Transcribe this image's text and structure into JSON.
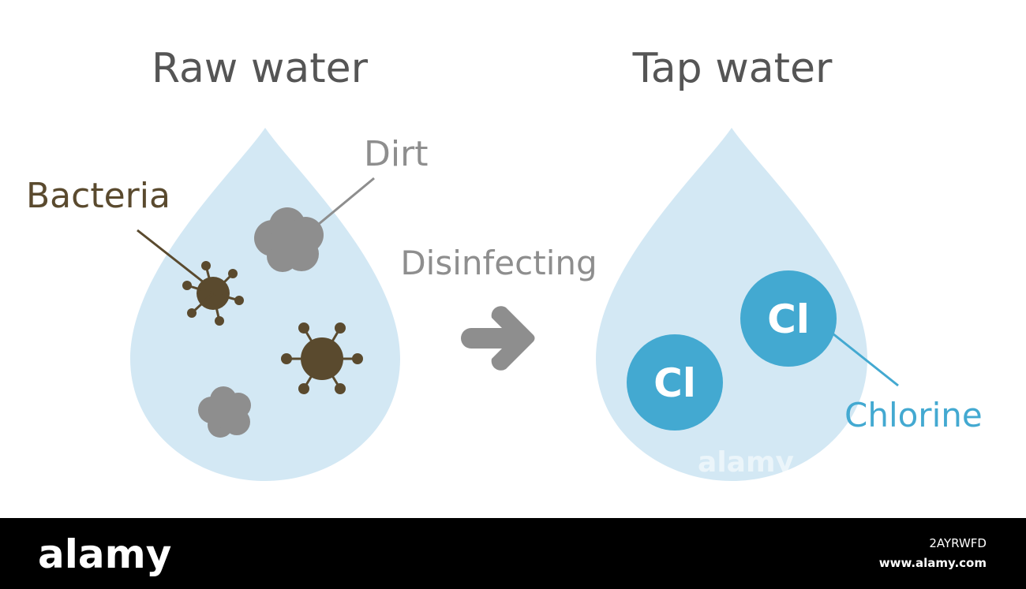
{
  "left_panel": {
    "title": "Raw water",
    "labels": {
      "bacteria": "Bacteria",
      "dirt": "Dirt"
    }
  },
  "middle": {
    "process_label": "Disinfecting"
  },
  "right_panel": {
    "title": "Tap water",
    "labels": {
      "chlorine": "Chlorine"
    },
    "molecule_symbol": "Cl"
  },
  "footer": {
    "brand": "alamy",
    "image_id": "2AYRWFD",
    "url": "www.alamy.com"
  },
  "watermark": "alamy",
  "colors": {
    "drop": "#d3e8f4",
    "bacteria": "#5a4a2e",
    "dirt": "#8e8e8e",
    "chlorine": "#43a9d1",
    "title": "#555555",
    "arrow": "#8e8e8e",
    "footer_bg": "#000000"
  }
}
